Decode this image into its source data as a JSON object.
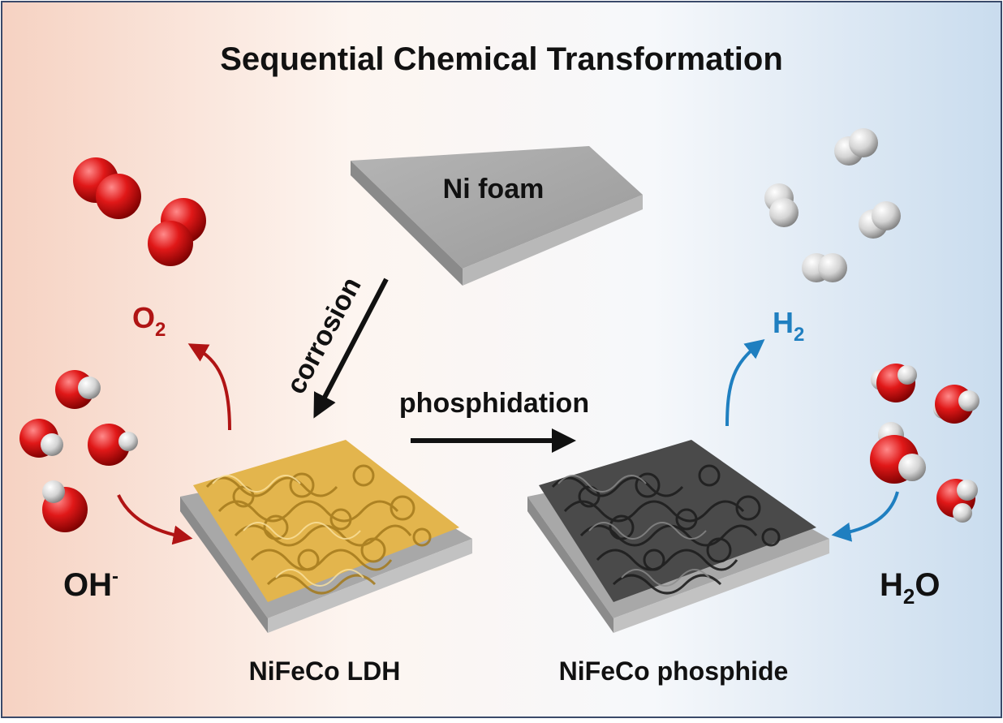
{
  "title": "Sequential Chemical Transformation",
  "substrate_label": "Ni foam",
  "corrosion_label": "corrosion",
  "phosphidation_label": "phosphidation",
  "ldh_label": "NiFeCo LDH",
  "phosphide_label": "NiFeCo phosphide",
  "oxygen": {
    "base": "O",
    "sub": "2"
  },
  "hydrogen": {
    "base": "H",
    "sub": "2"
  },
  "hydroxide": {
    "base": "OH",
    "sup": "-"
  },
  "water": {
    "base": "H",
    "sub": "2",
    "tail": "O"
  },
  "colors": {
    "oer_red": "#b01414",
    "her_blue": "#1f7fc0",
    "ldh_gold": "#e3b54d",
    "phosphide_dark": "#4a4a4a",
    "foam_gray": "#9d9d9d",
    "frame_border": "#3a4a6a"
  }
}
